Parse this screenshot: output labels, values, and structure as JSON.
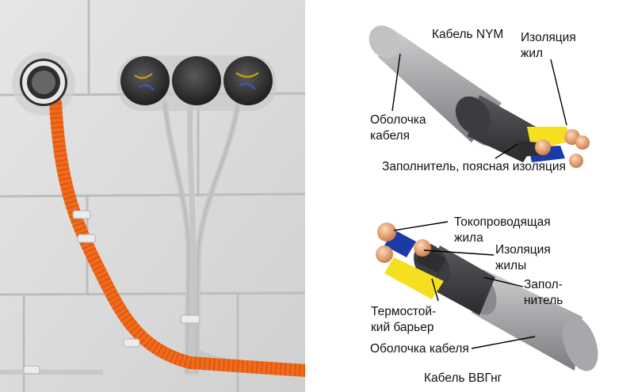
{
  "photo": {
    "subject": "wall-with-electrical-boxes-and-cables",
    "colors": {
      "wall": "#dedede",
      "mortar": "#c4c4c4",
      "corrugated_conduit": "#f26a1b",
      "gray_cable": "#c8c8c8",
      "box": "#3a3a3a"
    }
  },
  "nym_cable": {
    "title": "Кабель NYM",
    "labels": {
      "conductor_insulation_1": "Изоляция",
      "conductor_insulation_2": "жил",
      "sheath_1": "Оболочка",
      "sheath_2": "кабеля",
      "filler": "Заполнитель, поясная изоляция"
    }
  },
  "vvgng_cable": {
    "title": "Кабель ВВГнг",
    "labels": {
      "conductor_1": "Токопроводящая",
      "conductor_2": "жила",
      "insulation_1": "Изоляция",
      "insulation_2": "жилы",
      "filler_1": "Запол-",
      "filler_2": "нитель",
      "barrier_1": "Термостой-",
      "barrier_2": "кий барьер",
      "sheath": "Оболочка кабеля"
    }
  },
  "colors": {
    "sheath": "#a5a5a8",
    "inner": "#3a3a3d",
    "copper": "#e39a6a",
    "yellow": "#f5df1e",
    "blue": "#1a3aa8"
  }
}
